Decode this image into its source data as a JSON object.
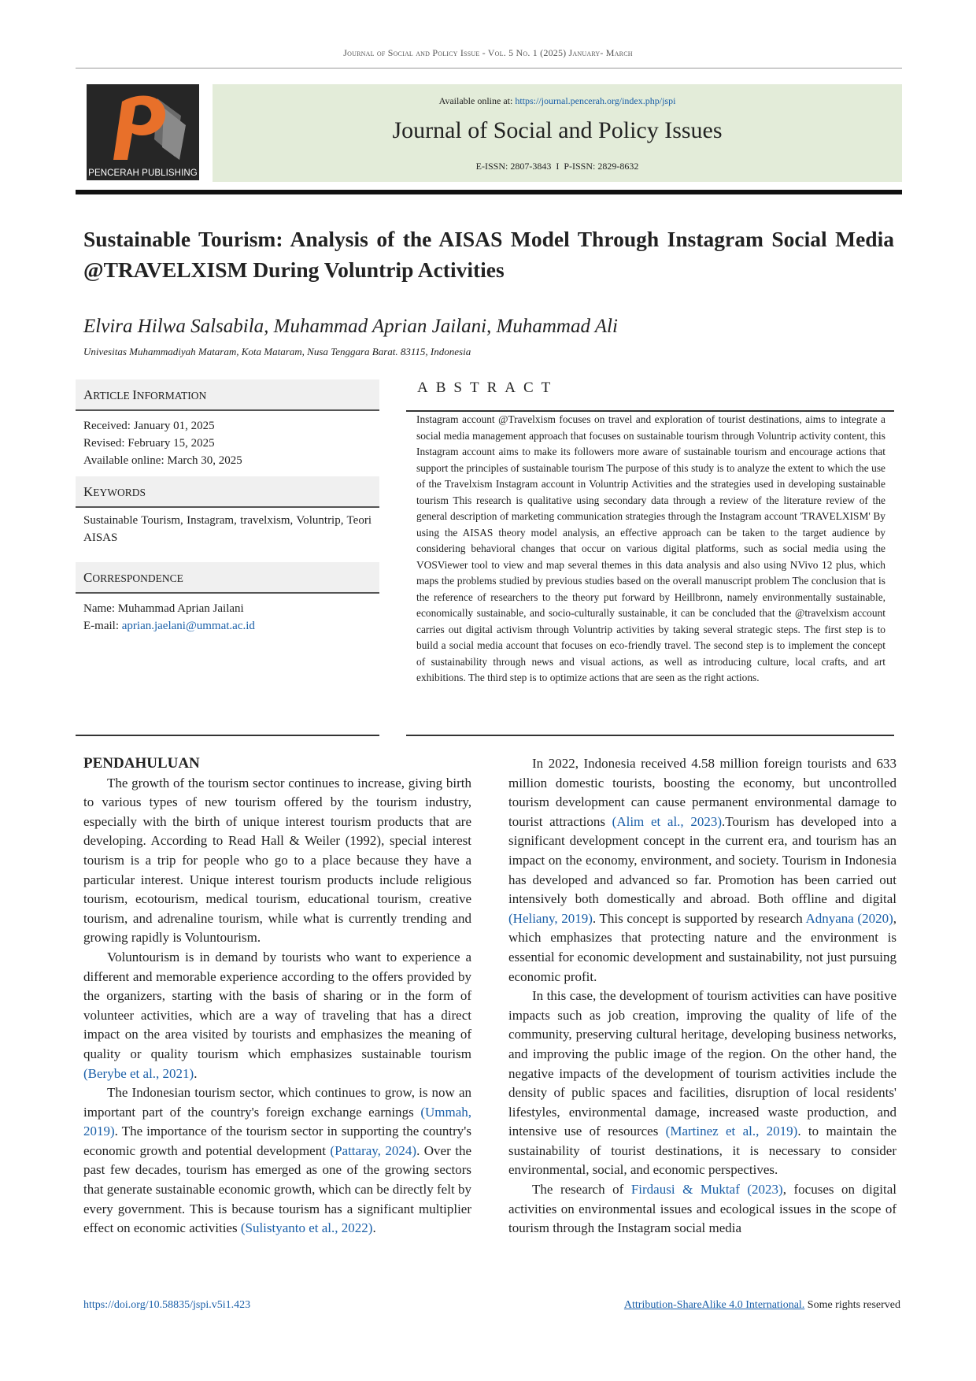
{
  "running_header": "Journal of Social and Policy Issue - Vol. 5 No. 1 (2025) January- March",
  "logo": {
    "text": "PENCERAH PUBLISHING",
    "accent_color": "#e8702a"
  },
  "banner": {
    "online_label": "Available online at:",
    "online_url": "https://journal.pencerah.org/index.php/jspi",
    "journal_name": "Journal of Social and Policy Issues",
    "issn": "E-ISSN: 2807-3843  I  P-ISSN: 2829-8632"
  },
  "title": "Sustainable Tourism: Analysis of the AISAS Model Through Instagram Social Media @TRAVELXISM During Voluntrip Activities",
  "authors": "Elvira Hilwa Salsabila, Muhammad Aprian Jailani, Muhammad Ali",
  "affiliation": "Univesitas Muhammadiyah Mataram, Kota Mataram, Nusa Tenggara Barat. 83115, Indonesia",
  "article_info": {
    "heading_first": "A",
    "heading_rest": "rticle ",
    "heading_second": "I",
    "heading_rest2": "nformation",
    "received": "Received: January 01, 2025",
    "revised": "Revised: February 15, 2025",
    "available": "Available online: March 30, 2025"
  },
  "keywords": {
    "heading_first": "K",
    "heading_rest": "eywords",
    "text": "Sustainable Tourism, Instagram, travelxism, Voluntrip, Teori AISAS"
  },
  "correspondence": {
    "heading_first": "C",
    "heading_rest": "orrespondence",
    "name": "Name: Muhammad Aprian Jailani",
    "email_label": "E-mail:",
    "email": "aprian.jaelani@ummat.ac.id"
  },
  "abstract": {
    "heading": "ABSTRACT",
    "text": "Instagram account @Travelxism focuses on travel and exploration of tourist destinations, aims to integrate a social media management approach that focuses on sustainable tourism through Voluntrip activity content, this Instagram account aims to make its followers more aware of sustainable tourism and encourage actions that support the principles of sustainable tourism The purpose of this study is to analyze the extent to which the use of the Travelxism Instagram account in Voluntrip Activities and the strategies used in developing sustainable tourism This research is qualitative using secondary data through a review of the literature review of the general description of marketing communication strategies through the Instagram account 'TRAVELXISM' By using the AISAS theory model analysis, an effective approach can be taken to the target audience by considering behavioral changes that occur on various digital platforms, such as social media using the VOSViewer tool to view and map several themes in this data analysis and also using NVivo 12 plus, which maps the problems studied by previous studies based on the overall manuscript problem The conclusion that is the reference of researchers to the theory put forward by Heillbronn, namely environmentally sustainable, economically sustainable, and socio-culturally sustainable, it can be concluded that the @travelxism account carries out digital activism through Voluntrip activities by taking several strategic steps. The first step is to build a social media account that focuses on eco-friendly travel. The second step is to implement the concept of sustainability through news and visual actions, as well as introducing culture, local crafts, and art exhibitions. The third step is to optimize actions that are seen as the right actions."
  },
  "body": {
    "section_heading": "PENDAHULUAN",
    "p1": "The growth of the tourism sector continues to increase, giving birth to various types of new tourism offered by the tourism industry, especially with the birth of unique interest tourism products that are developing. According to Read Hall & Weiler (1992), special interest tourism is a trip for people who go to a place because they have a particular interest. Unique interest tourism products include religious tourism, ecotourism, medical tourism, educational tourism, creative tourism, and adrenaline tourism, while what is currently trending and growing rapidly is Voluntourism.",
    "p2_text": "Voluntourism is in demand by tourists who want to experience a different and memorable experience according to the offers provided by the organizers, starting with the basis of sharing or in the form of volunteer activities, which are a way of traveling that has a direct impact on the area visited by tourists and emphasizes the meaning of quality or quality tourism which emphasizes sustainable tourism",
    "p2_cite": "(Berybe et al., 2021)",
    "p3_a": "The Indonesian tourism sector, which continues to grow, is now an important part of the country's foreign exchange earnings",
    "p3_cite1": "(Ummah, 2019)",
    "p3_b": ". The importance of the tourism sector in supporting the country's economic growth and potential development",
    "p3_cite2": "(Pattaray, 2024)",
    "p3_c": ". Over the past few decades, tourism has emerged as one of the growing sectors that generate sustainable economic growth, which can be directly felt by every government. This is because tourism has a significant multiplier effect on economic activities",
    "p3_cite3": "(Sulistyanto et al., 2022)",
    "p4_a": "In 2022, Indonesia received 4.58 million foreign tourists and 633 million domestic tourists, boosting the economy, but uncontrolled tourism development can cause permanent environmental damage to tourist attractions",
    "p4_cite1": "(Alim et al., 2023)",
    "p4_b": ".Tourism has developed into a significant development concept in the current era, and tourism has an impact on the economy, environment, and society. Tourism in Indonesia has developed and advanced so far. Promotion has been carried out intensively both domestically and abroad. Both offline and digital",
    "p4_cite2": "(Heliany, 2019)",
    "p4_c": ". This concept is supported by research",
    "p4_cite3": "Adnyana (2020)",
    "p4_d": ", which emphasizes that protecting nature and the environment is essential for economic development and sustainability, not just pursuing economic profit.",
    "p5_a": "In this case, the development of tourism activities can have positive impacts such as job creation, improving the quality of life of the community, preserving cultural heritage, developing business networks, and improving the public image of the region. On the other hand, the negative impacts of the development of tourism activities include the density of public spaces and facilities, disruption of local residents' lifestyles, environmental damage, increased waste production, and intensive use of resources",
    "p5_cite": "(Martinez et al., 2019)",
    "p5_b": ". to maintain the sustainability of tourist destinations, it is necessary to consider environmental, social, and economic perspectives.",
    "p6_a": "The research of",
    "p6_cite": "Firdausi & Muktaf (2023)",
    "p6_b": ", focuses on digital activities on environmental issues and ecological issues in the scope of tourism through the Instagram social media"
  },
  "footer": {
    "doi": "https://doi.org/10.58835/jspi.v5i1.423",
    "license_link": "Attribution-ShareAlike 4.0 International.",
    "license_rest": " Some rights reserved"
  }
}
